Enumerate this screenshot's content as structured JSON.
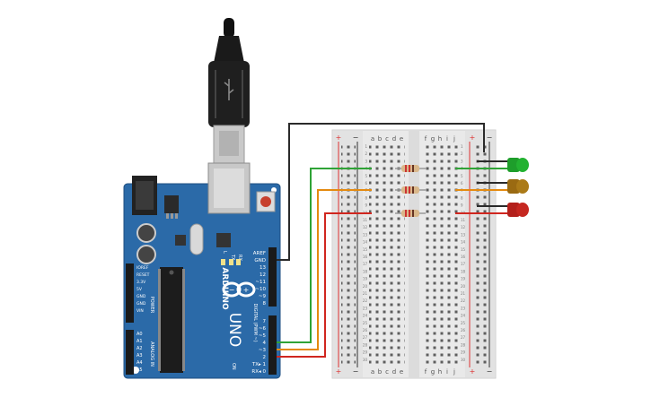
{
  "arduino": {
    "brand": "ARDUINO",
    "model": "UNO",
    "digital_label": "DIGITAL (PWM ~)",
    "power_label": "POWER",
    "analog_label": "ANALOG IN",
    "tx_label": "TX",
    "rx_label": "RX",
    "l_label": "L",
    "on_label": "ON",
    "top_pins": [
      "AREF",
      "GND",
      "13",
      "12",
      "~11",
      "~10",
      "~9",
      "8"
    ],
    "bottom_pins": [
      "7",
      "~6",
      "~5",
      "4",
      "~3",
      "2",
      "TX▸ 1",
      "RX◂ 0"
    ],
    "power_pins": [
      "IOREF",
      "RESET",
      "3.3V",
      "5V",
      "GND",
      "GND",
      "VIN"
    ],
    "analog_pins": [
      "A0",
      "A1",
      "A2",
      "A3",
      "A4",
      "A5"
    ]
  },
  "breadboard": {
    "columns_left": [
      "a",
      "b",
      "c",
      "d",
      "e"
    ],
    "columns_right": [
      "f",
      "g",
      "h",
      "i",
      "j"
    ],
    "plus": "+",
    "minus": "−",
    "row_numbers": [
      "1",
      "2",
      "3",
      "4",
      "5",
      "6",
      "7",
      "8",
      "9",
      "10",
      "11",
      "12",
      "13",
      "14",
      "15",
      "16",
      "17",
      "18",
      "19",
      "20",
      "21",
      "22",
      "23",
      "24",
      "25",
      "26",
      "27",
      "28",
      "29",
      "30"
    ]
  },
  "colors": {
    "board": "#2b6aa8",
    "breadboard": "#e9e9e9",
    "wire_green": "#2fa336",
    "wire_orange": "#e48a10",
    "wire_red": "#d0261f",
    "wire_black": "#2a2a2a",
    "led_green": "#1e9e2b",
    "led_yellow": "#9a6a12",
    "led_red": "#b3201b"
  },
  "icons": [
    "usb-plug-icon",
    "infinity-logo-icon",
    "reset-button-icon"
  ]
}
